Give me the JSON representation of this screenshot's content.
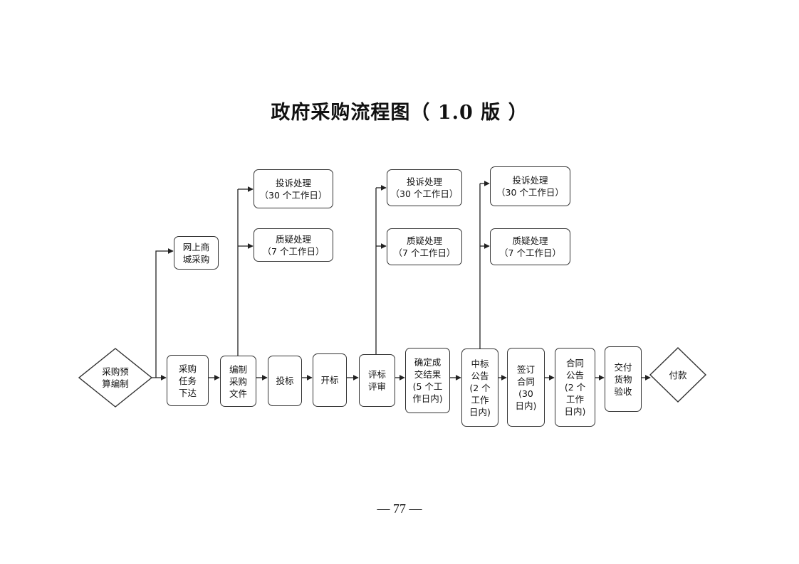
{
  "title": "政府采购流程图（ 1.0 版 ）",
  "page_number": "— 77 —",
  "nodes": {
    "budget": {
      "lines": [
        "采购预",
        "算编制"
      ]
    },
    "task": {
      "lines": [
        "采购",
        "任务",
        "下达"
      ]
    },
    "mall": {
      "lines": [
        "网上商",
        "城采购"
      ]
    },
    "prepare": {
      "lines": [
        "编制",
        "采购",
        "文件"
      ]
    },
    "bid": {
      "lines": [
        "投标"
      ]
    },
    "open": {
      "lines": [
        "开标"
      ]
    },
    "evaluate": {
      "lines": [
        "评标",
        "评审"
      ]
    },
    "confirm": {
      "lines": [
        "确定成",
        "交结果",
        "(5 个工",
        "作日内)"
      ]
    },
    "award_notice": {
      "lines": [
        "中标",
        "公告",
        "(2 个",
        "工作",
        "日内)"
      ]
    },
    "sign": {
      "lines": [
        "签订",
        "合同",
        "(30",
        "日内)"
      ]
    },
    "contract_notice": {
      "lines": [
        "合同",
        "公告",
        "(2 个",
        "工作",
        "日内)"
      ]
    },
    "delivery": {
      "lines": [
        "交付",
        "货物",
        "验收"
      ]
    },
    "payment": {
      "lines": [
        "付款"
      ]
    },
    "complaint_1": {
      "lines": [
        "投诉处理",
        "（30 个工作日）"
      ]
    },
    "query_1": {
      "lines": [
        "质疑处理",
        "（7 个工作日）"
      ]
    },
    "complaint_2": {
      "lines": [
        "投诉处理",
        "（30 个工作日）"
      ]
    },
    "query_2": {
      "lines": [
        "质疑处理",
        "（7 个工作日）"
      ]
    },
    "complaint_3": {
      "lines": [
        "投诉处理",
        "（30 个工作日）"
      ]
    },
    "query_3": {
      "lines": [
        "质疑处理",
        "（7 个工作日）"
      ]
    }
  }
}
